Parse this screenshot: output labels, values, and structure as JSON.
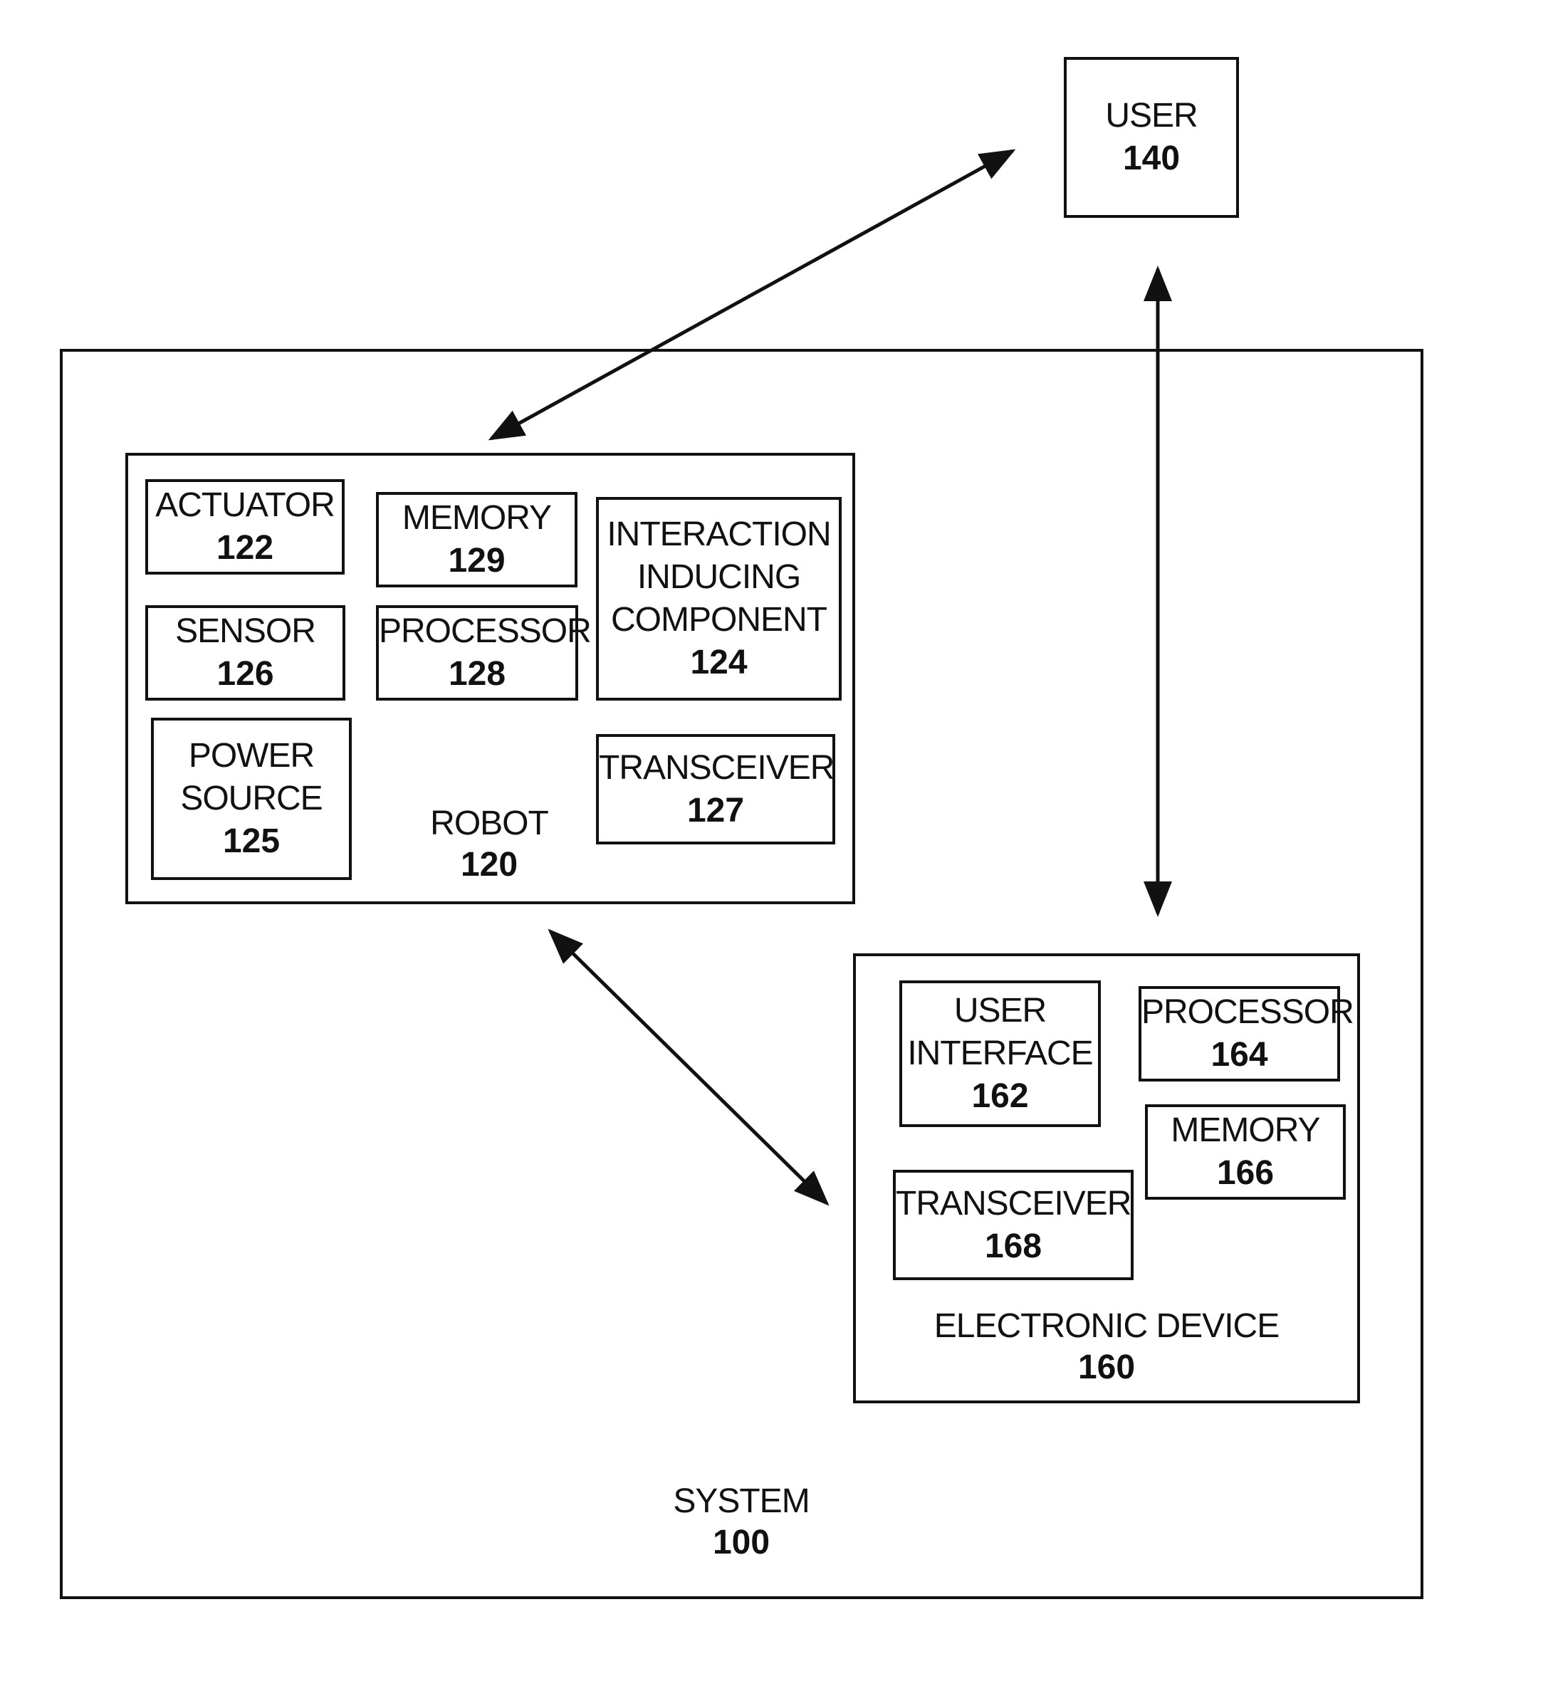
{
  "user": {
    "name": "USER",
    "num": "140"
  },
  "system": {
    "name": "SYSTEM",
    "num": "100"
  },
  "robot": {
    "name": "ROBOT",
    "num": "120",
    "components": {
      "actuator": {
        "name": "ACTUATOR",
        "num": "122"
      },
      "memory": {
        "name": "MEMORY",
        "num": "129"
      },
      "interaction": {
        "line1": "INTERACTION",
        "line2": "INDUCING",
        "line3": "COMPONENT",
        "num": "124"
      },
      "sensor": {
        "name": "SENSOR",
        "num": "126"
      },
      "processor": {
        "name": "PROCESSOR",
        "num": "128"
      },
      "power": {
        "line1": "POWER",
        "line2": "SOURCE",
        "num": "125"
      },
      "transceiver": {
        "name": "TRANSCEIVER",
        "num": "127"
      }
    }
  },
  "device": {
    "name": "ELECTRONIC DEVICE",
    "num": "160",
    "components": {
      "ui": {
        "line1": "USER",
        "line2": "INTERFACE",
        "num": "162"
      },
      "processor": {
        "name": "PROCESSOR",
        "num": "164"
      },
      "memory": {
        "name": "MEMORY",
        "num": "166"
      },
      "transceiver": {
        "name": "TRANSCEIVER",
        "num": "168"
      }
    }
  }
}
